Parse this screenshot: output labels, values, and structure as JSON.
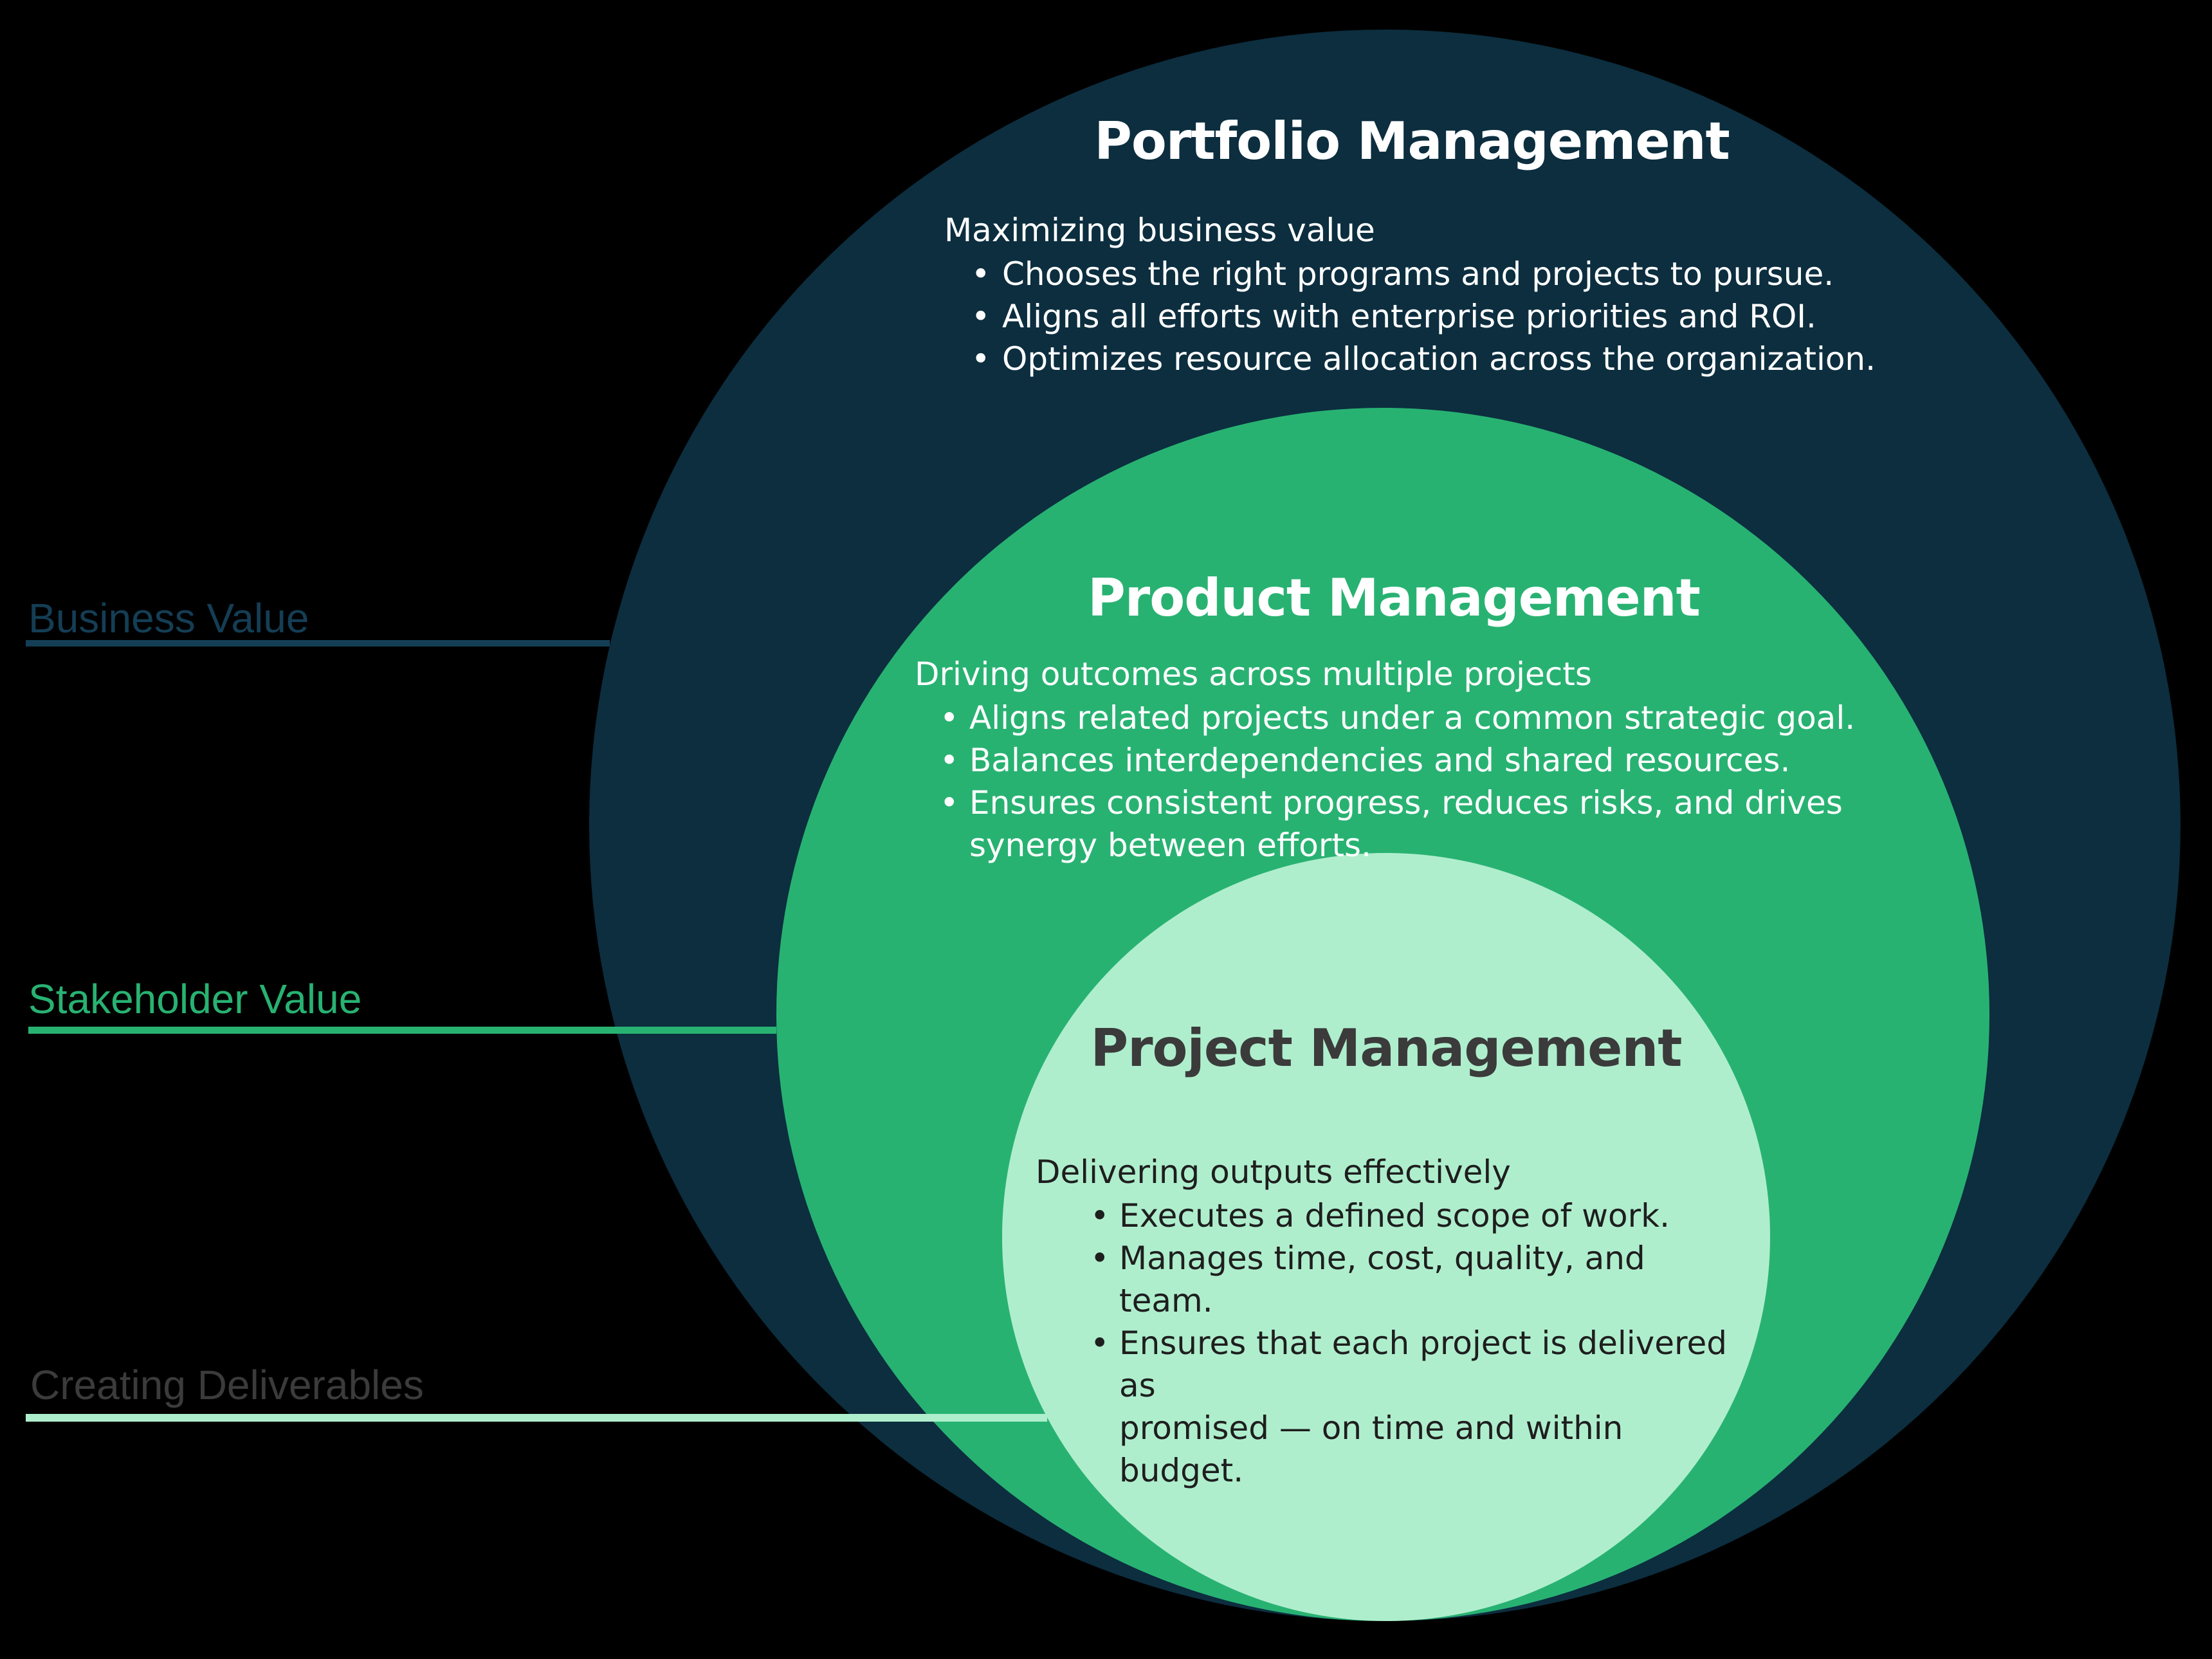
{
  "diagram": {
    "rings": [
      {
        "id": "portfolio",
        "title": "Portfolio Management",
        "intro": "Maximizing business value",
        "bullets": [
          "Chooses the right programs and projects to pursue.",
          "Aligns all efforts with enterprise priorities and ROI.",
          "Optimizes resource allocation across the organization."
        ]
      },
      {
        "id": "product",
        "title": "Product Management",
        "intro": "Driving outcomes across multiple projects",
        "bullets": [
          "Aligns related projects under a common strategic goal.",
          "Balances interdependencies and shared resources.",
          "Ensures consistent progress, reduces risks, and drives\nsynergy between efforts."
        ]
      },
      {
        "id": "project",
        "title": "Project Management",
        "intro": "Delivering outputs effectively",
        "bullets": [
          "Executes a defined scope of work.",
          "Manages time, cost, quality, and team.",
          "Ensures that each project is delivered as\npromised — on time and within budget."
        ]
      }
    ],
    "side_labels": [
      {
        "text": "Business Value"
      },
      {
        "text": "Stakeholder Value"
      },
      {
        "text": "Creating Deliverables"
      }
    ]
  },
  "colors": {
    "background": "#000000",
    "navy": "#0c2e3f",
    "green": "#28b272",
    "mint": "#afeecd",
    "navy-label": "#143e55",
    "gray-title": "#3b3b3b",
    "dark-text": "#1e1e1e",
    "white-text": "#ffffff"
  }
}
